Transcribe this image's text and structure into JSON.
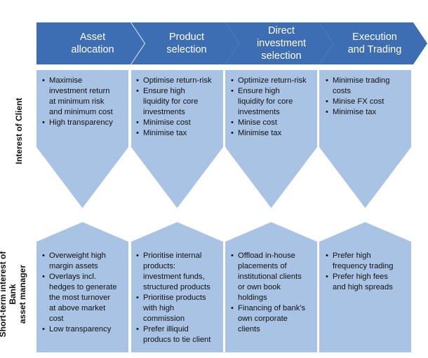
{
  "colors": {
    "chevron": "#3d6eb4",
    "box": "#a9c3e4",
    "text": "#111111"
  },
  "stages": [
    {
      "title": "Asset\nallocation"
    },
    {
      "title": "Product\nselection"
    },
    {
      "title": "Direct\ninvestment\nselection"
    },
    {
      "title": "Execution\nand Trading"
    }
  ],
  "rows": {
    "client_label": "Interest of Client",
    "bank_label": "Short-term interest of Bank\nasset manager"
  },
  "client_items": [
    [
      "Maximise investment return at minimum risk and minimum cost",
      "High transparency"
    ],
    [
      "Optimise return-risk",
      "Ensure high liquidity for core investments",
      "Minimise cost",
      "Minimise tax"
    ],
    [
      "Optimize return-risk",
      "Ensure high liquidity for core investments",
      "Minise cost",
      "Minimise tax"
    ],
    [
      "Minimise trading costs",
      "Minise FX cost",
      "Minimise tax"
    ]
  ],
  "bank_items": [
    [
      "Overweight high margin assets",
      "Overlays incl. hedges to generate the most turnover at above market cost",
      "Low transparency"
    ],
    [
      "Prioritise internal products: investment funds, structured products",
      "Prioritise products with high commission",
      "Prefer illiquid producs to tie client"
    ],
    [
      "Offload in-house placements of institutional clients or own book holdings",
      "Financing of bank's own corporate clients"
    ],
    [
      "Prefer high frequency trading",
      "Prefer high fees and high spreads"
    ]
  ]
}
